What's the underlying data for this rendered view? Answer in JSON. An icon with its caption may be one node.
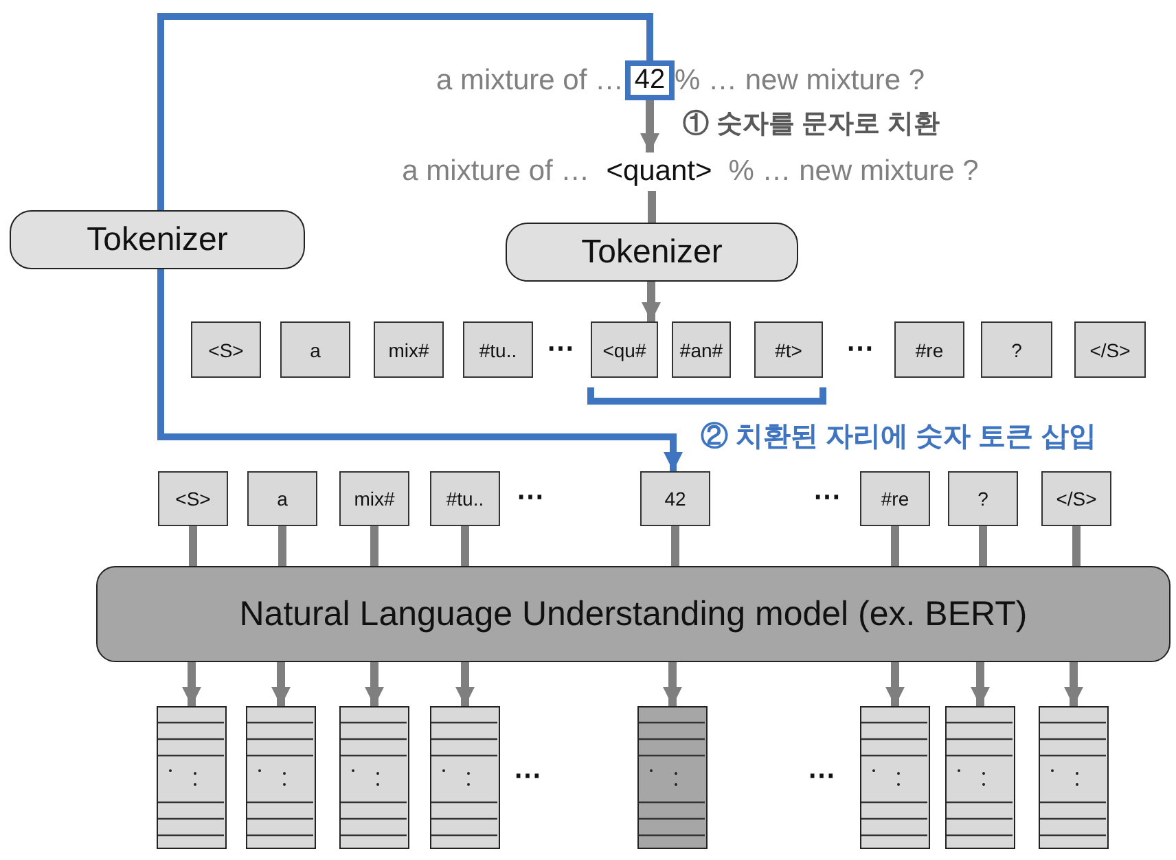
{
  "diagram": {
    "nodes": [
      {
        "text": [
          "42"
        ]
      },
      {
        "text": [
          "a mixture of  …",
          "<quant>",
          "% … new mixture ?"
        ]
      },
      {
        "text": [
          "Tokenizer"
        ]
      },
      {
        "text": [
          "Tokenizer"
        ]
      },
      {
        "text": [
          "<S>"
        ]
      },
      {
        "text": [
          "a"
        ]
      },
      {
        "text": [
          "mix#"
        ]
      },
      {
        "text": [
          "#tu.."
        ]
      },
      {
        "text": [
          "<qu#"
        ]
      },
      {
        "text": [
          "#an#"
        ]
      },
      {
        "text": [
          "#t>"
        ]
      },
      {
        "text": [
          "#re"
        ]
      },
      {
        "text": [
          "?"
        ]
      },
      {
        "text": [
          "</S>"
        ]
      },
      {
        "text": [
          "<S>"
        ]
      },
      {
        "text": [
          "a"
        ]
      },
      {
        "text": [
          "mix#"
        ]
      },
      {
        "text": [
          "#tu.."
        ]
      },
      {
        "text": [
          "42"
        ]
      },
      {
        "text": [
          "#re"
        ]
      },
      {
        "text": [
          "?"
        ]
      },
      {
        "text": [
          "</S>"
        ]
      },
      {
        "text": [
          "Natural Language Understanding model (ex. BERT)"
        ]
      },
      {
        "text": [],
        "shape": "box"
      },
      {
        "text": [],
        "shape": "box"
      },
      {
        "text": [],
        "shape": "box"
      },
      {
        "text": [],
        "shape": "box"
      },
      {
        "text": [],
        "shape": "box"
      },
      {
        "text": [],
        "shape": "box"
      },
      {
        "text": [],
        "shape": "box"
      },
      {
        "text": [],
        "shape": "box"
      }
    ],
    "edges": [
      {
        "from": 0,
        "to": 1,
        "arrow": "to",
        "label": "① 숫자를 문자로 치환"
      },
      {
        "from": 1,
        "to": 3,
        "arrow": "none"
      },
      {
        "from": 3,
        "to": 8,
        "arrow": "to"
      },
      {
        "from": 0,
        "to": 2,
        "arrow": "none",
        "color": "#3f75c0"
      },
      {
        "from": 2,
        "to": 18,
        "arrow": "to",
        "color": "#3f75c0",
        "label": "② 치환된 자리에  숫자 토큰 삽입"
      },
      {
        "from": 14,
        "to": 22,
        "arrow": "none"
      },
      {
        "from": 15,
        "to": 22,
        "arrow": "none"
      },
      {
        "from": 16,
        "to": 22,
        "arrow": "none"
      },
      {
        "from": 17,
        "to": 22,
        "arrow": "none"
      },
      {
        "from": 18,
        "to": 22,
        "arrow": "none"
      },
      {
        "from": 19,
        "to": 22,
        "arrow": "none"
      },
      {
        "from": 20,
        "to": 22,
        "arrow": "none"
      },
      {
        "from": 21,
        "to": 22,
        "arrow": "none"
      },
      {
        "from": 22,
        "to": 23,
        "arrow": "to"
      },
      {
        "from": 22,
        "to": 24,
        "arrow": "to"
      },
      {
        "from": 22,
        "to": 25,
        "arrow": "to"
      },
      {
        "from": 22,
        "to": 26,
        "arrow": "to"
      },
      {
        "from": 22,
        "to": 27,
        "arrow": "to"
      },
      {
        "from": 22,
        "to": 28,
        "arrow": "to"
      },
      {
        "from": 22,
        "to": 29,
        "arrow": "to"
      },
      {
        "from": 22,
        "to": 30,
        "arrow": "to"
      }
    ],
    "labels": [
      "a mixture of  …",
      "% … new mixture ?",
      "⋯",
      "⋯",
      "⋯",
      "⋯",
      "⋯",
      "⋯"
    ]
  }
}
